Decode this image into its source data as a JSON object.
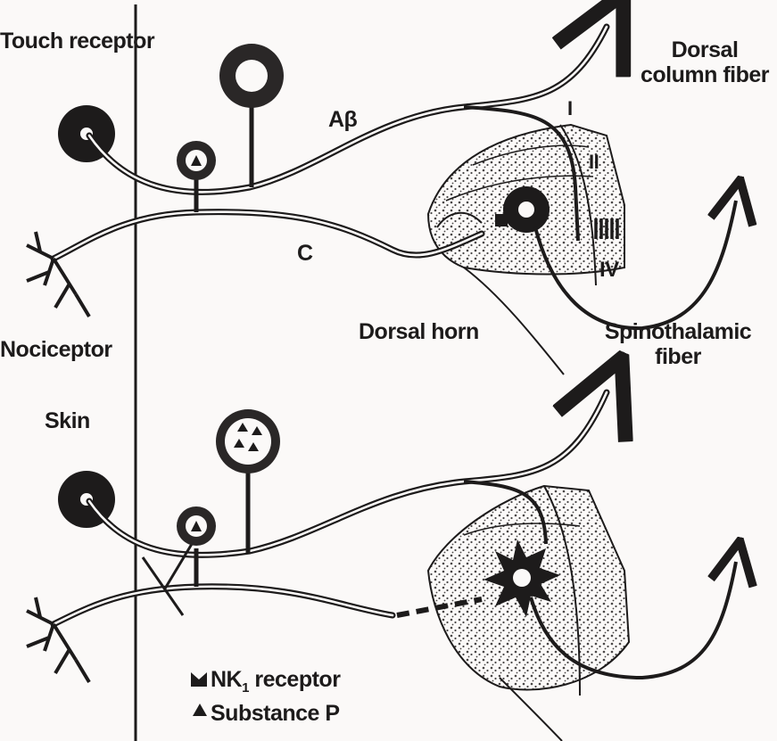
{
  "labels": {
    "touch_receptor": "Touch receptor",
    "a_beta": "Aβ",
    "dorsal_column_fiber": "Dorsal column fiber",
    "lamina_1": "I",
    "lamina_2": "II",
    "lamina_4": "IV",
    "c_fiber": "C",
    "nociceptor": "Nociceptor",
    "dorsal_horn": "Dorsal horn",
    "spinothalamic_fiber": "Spinothalamic fiber",
    "skin": "Skin"
  },
  "legend": {
    "nk1_prefix": "NK",
    "nk1_sub": "1",
    "nk1_suffix": " receptor",
    "substance_p": "Substance P"
  },
  "colors": {
    "ink": "#1d1b1b",
    "paper": "#fbf9f8",
    "stipple": "#6a6868"
  }
}
